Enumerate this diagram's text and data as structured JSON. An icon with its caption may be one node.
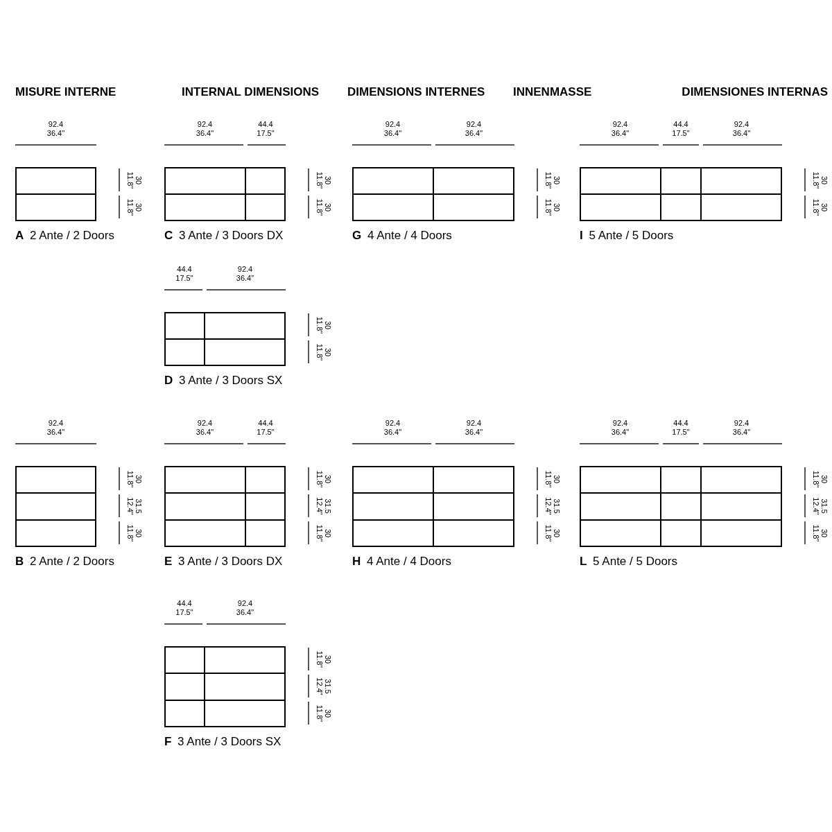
{
  "diagram": {
    "nodes": [
      {
        "text": [],
        "shape": "box",
        "beside": [
          "**A** 2 Ante / 2 Doors"
        ]
      },
      {
        "text": [],
        "shape": "box",
        "beside": [
          "**C** 3 Ante / 3 Doors DX"
        ]
      },
      {
        "text": [],
        "shape": "box",
        "beside": [
          "**G** 4 Ante / 4 Doors"
        ]
      },
      {
        "text": [],
        "shape": "box",
        "beside": [
          "**I** 5 Ante / 5 Doors"
        ]
      },
      {
        "text": [],
        "shape": "box",
        "beside": [
          "**D** 3 Ante / 3 Doors SX"
        ]
      },
      {
        "text": [],
        "shape": "box",
        "beside": [
          "**B** 2 Ante / 2 Doors"
        ]
      },
      {
        "text": [],
        "shape": "box",
        "beside": [
          "**E** 3 Ante / 3 Doors DX"
        ]
      },
      {
        "text": [],
        "shape": "box",
        "beside": [
          "**H** 4 Ante / 4 Doors"
        ]
      },
      {
        "text": [],
        "shape": "box",
        "beside": [
          "**L** 5 Ante / 5 Doors"
        ]
      },
      {
        "text": [],
        "shape": "box",
        "beside": [
          "**F** 3 Ante / 3 Doors SX"
        ]
      }
    ],
    "labels": [
      "MISURE INTERNE",
      "INTERNAL DIMENSIONS",
      "DIMENSIONS INTERNES",
      "INNENMASSE",
      "DIMENSIONES INTERNAS",
      "92.4 36.4\"",
      "30 11.8\"",
      "30 11.8\"",
      "92.4 36.4\"",
      "44.4 17.5\"",
      "30 11.8\"",
      "30 11.8\"",
      "92.4 36.4\"",
      "92.4 36.4\"",
      "30 11.8\"",
      "30 11.8\"",
      "92.4 36.4\"",
      "44.4 17.5\"",
      "92.4 36.4\"",
      "30 11.8\"",
      "30 11.8\"",
      "44.4 17.5\"",
      "92.4 36.4\"",
      "30 11.8\"",
      "30 11.8\"",
      "92.4 36.4\"",
      "30 11.8\"",
      "31.5 12.4\"",
      "30 11.8\"",
      "92.4 36.4\"",
      "44.4 17.5\"",
      "30 11.8\"",
      "31.5 12.4\"",
      "30 11.8\"",
      "92.4 36.4\"",
      "92.4 36.4\"",
      "30 11.8\"",
      "31.5 12.4\"",
      "30 11.8\"",
      "92.4 36.4\"",
      "44.4 17.5\"",
      "92.4 36.4\"",
      "30 11.8\"",
      "31.5 12.4\"",
      "30 11.8\"",
      "44.4 17.5\"",
      "92.4 36.4\"",
      "30 11.8\"",
      "31.5 12.4\"",
      "30 11.8\""
    ]
  }
}
